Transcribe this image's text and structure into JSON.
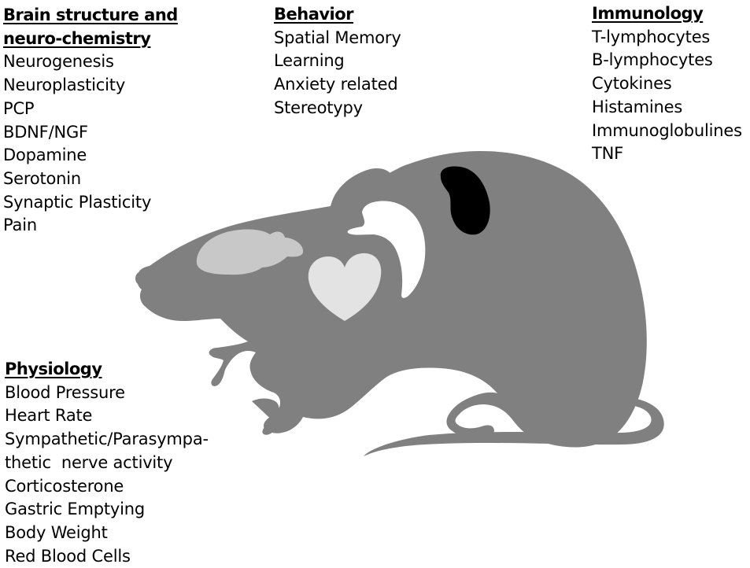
{
  "colors": {
    "body": "#808080",
    "brain": "#c8c8c8",
    "heart": "#e3e3e3",
    "stomach": "#ffffff",
    "spleen": "#000000",
    "text": "#000000"
  },
  "brain_block": {
    "heading_line1": "Brain structure and",
    "heading_line2": "neuro-chemistry",
    "items": [
      "Neurogenesis",
      "Neuroplasticity",
      "PCP",
      "BDNF/NGF",
      "Dopamine",
      "Serotonin",
      "Synaptic Plasticity",
      "Pain"
    ]
  },
  "behavior_block": {
    "heading": "Behavior",
    "items": [
      "Spatial Memory",
      "Learning",
      "Anxiety related",
      "Stereotypy"
    ]
  },
  "immunology_block": {
    "heading": "Immunology",
    "items": [
      "T-lymphocytes",
      "B-lymphocytes",
      "Cytokines",
      "Histamines",
      "Immunoglobulines",
      "TNF"
    ]
  },
  "physiology_block": {
    "heading": "Physiology",
    "items": [
      "Blood Pressure",
      "Heart Rate",
      "Sympathetic/Parasympa-",
      "thetic  nerve activity",
      "Corticosterone",
      "Gastric Emptying",
      "Body Weight",
      "Red Blood Cells"
    ]
  }
}
